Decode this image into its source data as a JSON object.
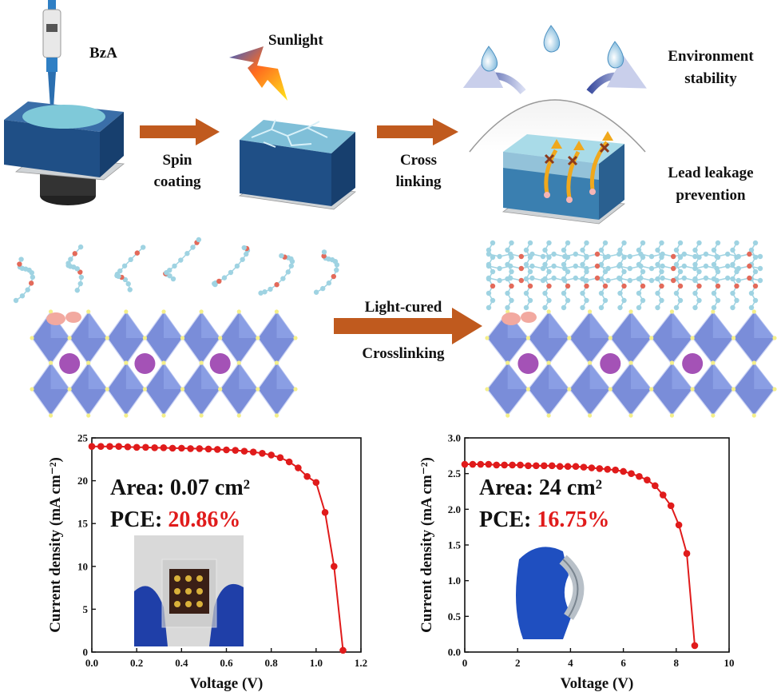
{
  "top": {
    "bza": "BzA",
    "sunlight": "Sunlight",
    "spin_line1": "Spin",
    "spin_line2": "coating",
    "cross_line1": "Cross",
    "cross_line2": "linking",
    "env_line1": "Environment",
    "env_line2": "stability",
    "lead_line1": "Lead leakage",
    "lead_line2": "prevention"
  },
  "middle": {
    "arrow_line1": "Light-cured",
    "arrow_line2": "Crosslinking"
  },
  "colors": {
    "arrow": "#c05a1e",
    "substrate": "#1f4f86",
    "film": "#7fc9d9",
    "octahedron": "#6f84d6",
    "cation": "#9a3fae",
    "curve": "#e01b1b"
  },
  "chart_data": [
    {
      "type": "line",
      "xlabel": "Voltage (V)",
      "ylabel": "Current density (mA cm⁻²)",
      "xlim": [
        0.0,
        1.2
      ],
      "ylim": [
        0,
        25
      ],
      "xticks": [
        "0.0",
        "0.2",
        "0.4",
        "0.6",
        "0.8",
        "1.0",
        "1.2"
      ],
      "yticks": [
        "0",
        "5",
        "10",
        "15",
        "20",
        "25"
      ],
      "area_label": "Area: 0.07 cm²",
      "pce_label": "PCE: ",
      "pce_value": "20.86%",
      "x": [
        0.0,
        0.04,
        0.08,
        0.12,
        0.16,
        0.2,
        0.24,
        0.28,
        0.32,
        0.36,
        0.4,
        0.44,
        0.48,
        0.52,
        0.56,
        0.6,
        0.64,
        0.68,
        0.72,
        0.76,
        0.8,
        0.84,
        0.88,
        0.92,
        0.96,
        1.0,
        1.04,
        1.08,
        1.12
      ],
      "y": [
        24.0,
        24.0,
        24.0,
        24.0,
        23.95,
        23.9,
        23.9,
        23.85,
        23.85,
        23.8,
        23.8,
        23.75,
        23.75,
        23.7,
        23.65,
        23.6,
        23.55,
        23.45,
        23.35,
        23.2,
        23.0,
        22.7,
        22.2,
        21.5,
        20.5,
        19.8,
        16.3,
        10.0,
        0.2
      ]
    },
    {
      "type": "line",
      "xlabel": "Voltage (V)",
      "ylabel": "Current density (mA cm⁻²)",
      "xlim": [
        0,
        10
      ],
      "ylim": [
        0.0,
        3.0
      ],
      "xticks": [
        "0",
        "2",
        "4",
        "6",
        "8",
        "10"
      ],
      "yticks": [
        "0.0",
        "0.5",
        "1.0",
        "1.5",
        "2.0",
        "2.5",
        "3.0"
      ],
      "area_label": "Area: 24 cm²",
      "pce_label": "PCE: ",
      "pce_value": "16.75%",
      "x": [
        0.0,
        0.3,
        0.6,
        0.9,
        1.2,
        1.5,
        1.8,
        2.1,
        2.4,
        2.7,
        3.0,
        3.3,
        3.6,
        3.9,
        4.2,
        4.5,
        4.8,
        5.1,
        5.4,
        5.7,
        6.0,
        6.3,
        6.6,
        6.9,
        7.2,
        7.5,
        7.8,
        8.1,
        8.4,
        8.7
      ],
      "y": [
        2.63,
        2.63,
        2.63,
        2.63,
        2.62,
        2.62,
        2.62,
        2.62,
        2.61,
        2.61,
        2.61,
        2.61,
        2.6,
        2.6,
        2.6,
        2.59,
        2.58,
        2.57,
        2.56,
        2.55,
        2.53,
        2.5,
        2.46,
        2.41,
        2.33,
        2.2,
        2.05,
        1.78,
        1.38,
        0.09
      ]
    }
  ]
}
